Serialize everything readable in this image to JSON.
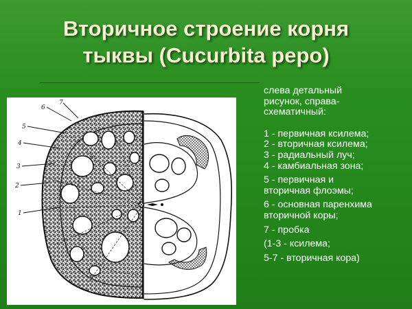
{
  "title": {
    "line1": "Вторичное строение корня",
    "line2": "тыквы (Cucurbita pepo)"
  },
  "diagram": {
    "labels": [
      "1",
      "2",
      "3",
      "4",
      "5",
      "6",
      "7"
    ]
  },
  "description": {
    "intro": [
      "слева детальный",
      "рисунок, справа-",
      "схематичный:"
    ],
    "items": [
      [
        "1 - первичная ксилема;"
      ],
      [
        "2 - вторичная ксилема;"
      ],
      [
        "3 - радиальный луч;"
      ],
      [
        "4 - камбиальная зона;"
      ],
      [
        "5 - первичная и",
        "вторичная флоэмы;"
      ],
      [
        "6 - основная паренхима",
        "вторичной коры;"
      ],
      [
        "7 - пробка"
      ],
      [
        "(1-3 - ксилема;"
      ],
      [
        "5-7 - вторичная кора)"
      ]
    ]
  },
  "colors": {
    "background": "#25891d",
    "title": "#f4f0d0",
    "text": "#ffffff"
  }
}
